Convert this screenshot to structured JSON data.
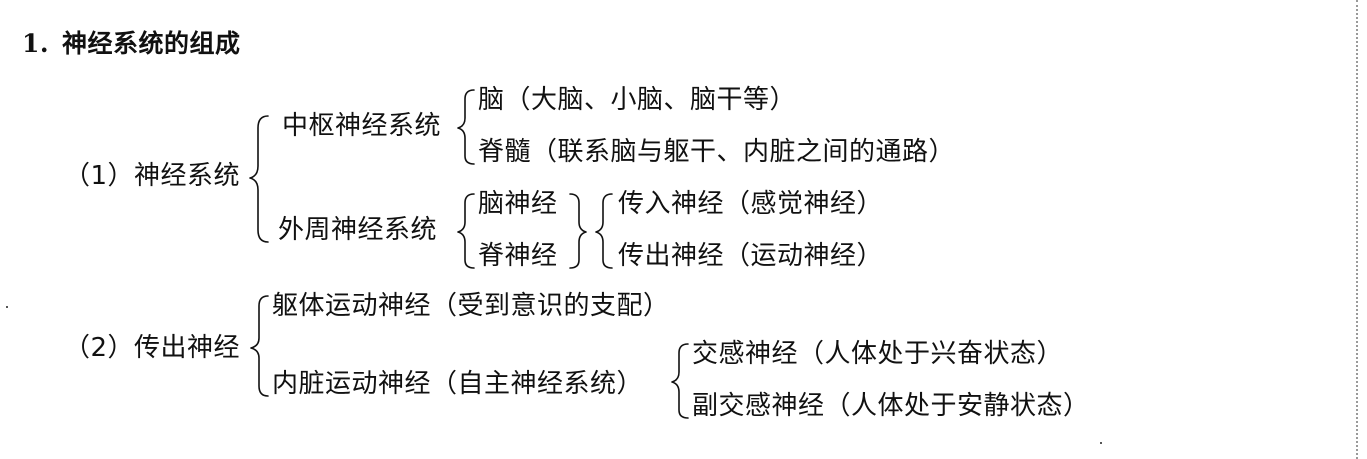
{
  "title": {
    "number": "1.",
    "text": "神经系统的组成"
  },
  "section1": {
    "label": "（1）神经系统",
    "central": {
      "label": "中枢神经系统",
      "items": [
        "脑（大脑、小脑、脑干等）",
        "脊髓（联系脑与躯干、内脏之间的通路）"
      ]
    },
    "peripheral": {
      "label": "外周神经系统",
      "items": [
        "脑神经",
        "脊神经"
      ],
      "subitems": [
        "传入神经（感觉神经）",
        "传出神经（运动神经）"
      ]
    }
  },
  "section2": {
    "label": "（2）传出神经",
    "somatic": "躯体运动神经（受到意识的支配）",
    "visceral": {
      "label": "内脏运动神经（自主神经系统）",
      "items": [
        "交感神经（人体处于兴奋状态）",
        "副交感神经（人体处于安静状态）"
      ]
    }
  }
}
